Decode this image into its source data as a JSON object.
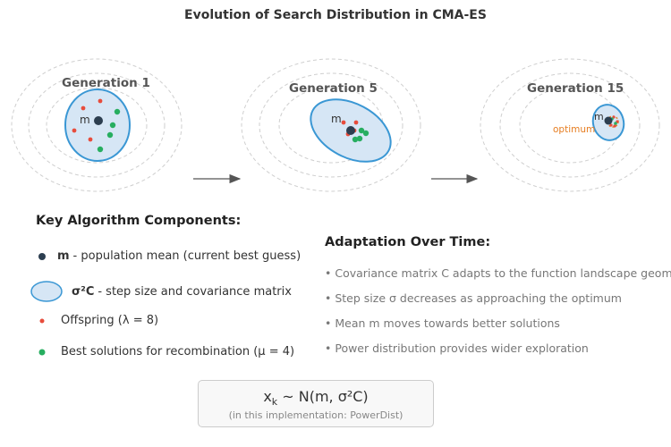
{
  "title": "Evolution of Search Distribution in CMA-ES",
  "colors": {
    "mean": "#2c3e50",
    "offspring": "#e74c3c",
    "best": "#27ae60",
    "ellipse_fill": "#d6e6f5",
    "ellipse_stroke": "#3a97d4",
    "contour": "#cfcfcf",
    "optimum_label": "#e67e22"
  },
  "panels": [
    {
      "label": "Generation 1",
      "mean_label": "m"
    },
    {
      "label": "Generation 5",
      "mean_label": "m"
    },
    {
      "label": "Generation 15",
      "mean_label": "m",
      "optimum_label": "optimum"
    }
  ],
  "key_components": {
    "heading": "Key Algorithm Components:",
    "items": [
      {
        "icon": "mean-dot-icon",
        "bold": "m",
        "text": "- population mean (current best guess)"
      },
      {
        "icon": "distribution-ellipse-icon",
        "bold": "σ²C",
        "text": "- step size and covariance matrix"
      },
      {
        "icon": "offspring-dot-icon",
        "bold": "",
        "text": "Offspring (λ = 8)"
      },
      {
        "icon": "best-dot-icon",
        "bold": "",
        "text": "Best solutions for recombination (μ = 4)"
      }
    ]
  },
  "adaptation": {
    "heading": "Adaptation Over Time:",
    "items": [
      "• Covariance matrix C adapts to the function landscape geometry",
      "• Step size σ decreases as approaching the optimum",
      "• Mean m moves towards better solutions",
      "• Power distribution provides wider exploration"
    ]
  },
  "formula": {
    "lhs": "x",
    "sub": "k",
    "rhs": " ~ N(m, σ²C)",
    "note": "(in this implementation: PowerDist)"
  }
}
